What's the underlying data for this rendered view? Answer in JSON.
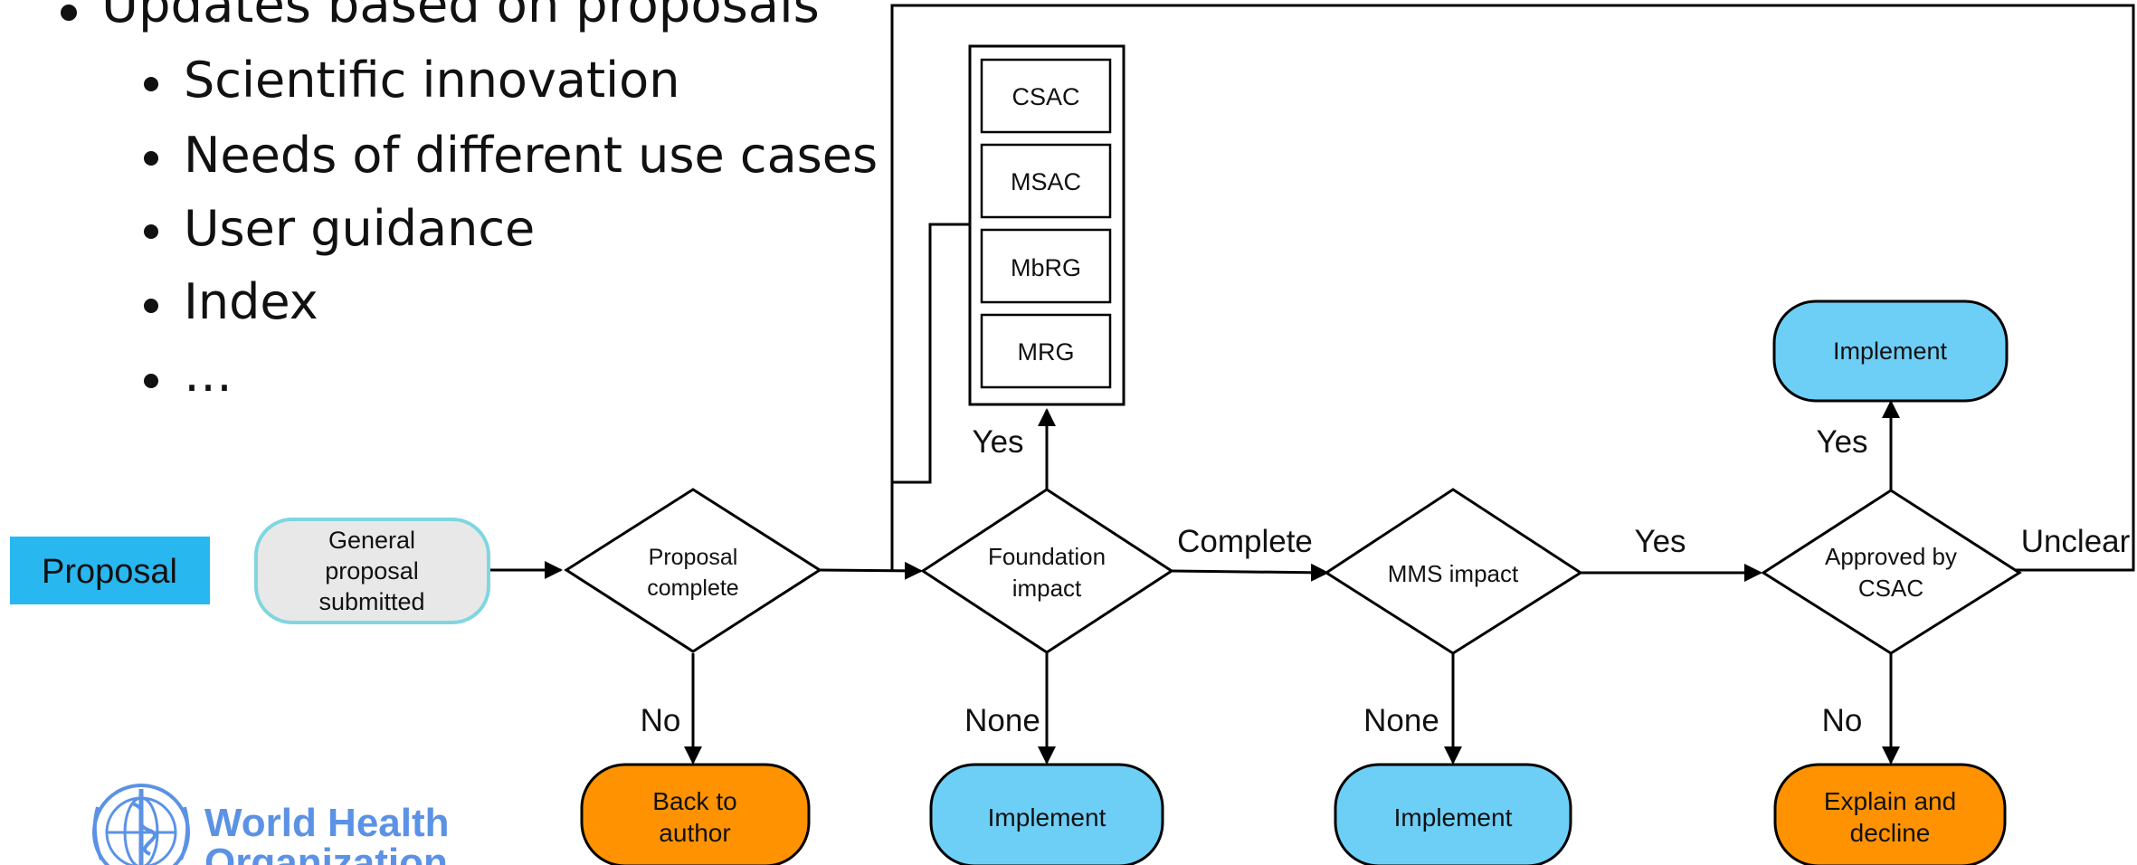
{
  "bullets": {
    "top": "Updates based on proposals",
    "items": [
      "Scientific innovation",
      "Needs of different use cases",
      "User guidance",
      "Index",
      "…"
    ]
  },
  "side_label": "Proposal",
  "logo": {
    "line1": "World Health",
    "line2": "Organization"
  },
  "nodes": {
    "general": [
      "General",
      "proposal",
      "submitted"
    ],
    "proposal_complete": [
      "Proposal",
      "complete"
    ],
    "foundation": [
      "Foundation",
      "impact"
    ],
    "mms": [
      "MMS impact"
    ],
    "approved": [
      "Approved by",
      "CSAC"
    ],
    "back_to_author": [
      "Back to",
      "author"
    ],
    "implement_foundation": [
      "Implement"
    ],
    "implement_mms": [
      "Implement"
    ],
    "explain": [
      "Explain and",
      "decline"
    ],
    "implement_approved": [
      "Implement"
    ],
    "committees": [
      "CSAC",
      "MSAC",
      "MbRG",
      "MRG"
    ]
  },
  "edges": {
    "yes_foundation": "Yes",
    "yes_approved": "Yes",
    "complete": "Complete",
    "yes_mms": "Yes",
    "unclear": "Unclear",
    "no_proposal": "No",
    "none_foundation": "None",
    "none_mms": "None",
    "no_approved": "No"
  },
  "colors": {
    "orange": "#FF9200",
    "blue": "#6ECFF6",
    "grey": "#E8E8E8",
    "teal_border": "#7FD6DF",
    "proposal_bg": "#29B7F0",
    "who_blue": "#5B92E5"
  }
}
